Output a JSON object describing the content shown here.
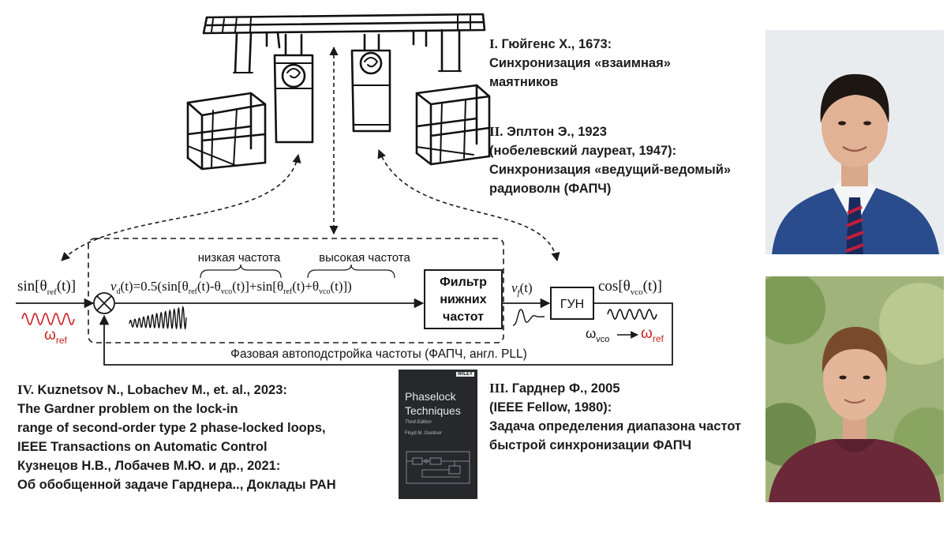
{
  "diagram": {
    "input_label_left": "sin[θ",
    "input_label_sub": "ref",
    "input_label_right": "(t)]",
    "omega_ref_label": "ω",
    "omega_ref_sub": "ref",
    "vd_expression": "v_d(t)=0.5(sin[θ_ref(t)-θ_vco(t)]+sin[θ_ref(t)+θ_vco(t)])",
    "low_freq_label": "низкая частота",
    "high_freq_label": "высокая частота",
    "filter_label_lines": [
      "Фильтр",
      "нижних",
      "частот"
    ],
    "vf_label": "v_f(t)",
    "vco_label": "ГУН",
    "vco_output_label": "cos[θ_vco(t)]",
    "omega_vco_label": "ω_vco",
    "omega_arrow_target": "ω_ref",
    "pll_caption": "Фазовая автоподстройка частоты (ФАПЧ, англ. PLL)"
  },
  "references": {
    "ref1": {
      "num": "I.",
      "lines": [
        "Гюйгенс Х., 1673:",
        "Синхронизация «взаимная»",
        "маятников"
      ]
    },
    "ref2": {
      "num": "II.",
      "lines": [
        "Эплтон Э., 1923",
        "(нобелевский лауреат, 1947):",
        "Синхронизация «ведущий-ведомый»",
        "радиоволн (ФАПЧ)"
      ]
    },
    "ref3": {
      "num": "III.",
      "lines": [
        "Гарднер Ф., 2005",
        "(IEEE Fellow, 1980):",
        "Задача определения диапазона частот",
        "быстрой синхронизации ФАПЧ"
      ]
    },
    "ref4": {
      "num": "IV.",
      "lines": [
        "Kuznetsov N., Lobachev M., et. al., 2023:",
        "The Gardner problem on the lock-in",
        "range of second-order type 2 phase-locked loops,",
        "IEEE Transactions on Automatic Control"
      ]
    },
    "ref5": {
      "lines": [
        "Кузнецов Н.В., Лобачев М.Ю. и др., 2021:",
        "Об обобщенной задаче Гарднера.., Доклады РАН"
      ]
    }
  },
  "book": {
    "publisher": "WILEY",
    "title_lines": [
      "Phaselock",
      "Techniques"
    ],
    "edition": "Third Edition",
    "author": "Floyd M. Gardner"
  },
  "colors": {
    "accent_red": "#cc1f1f",
    "text": "#1c1c1c",
    "book_cover": "#26282b"
  }
}
